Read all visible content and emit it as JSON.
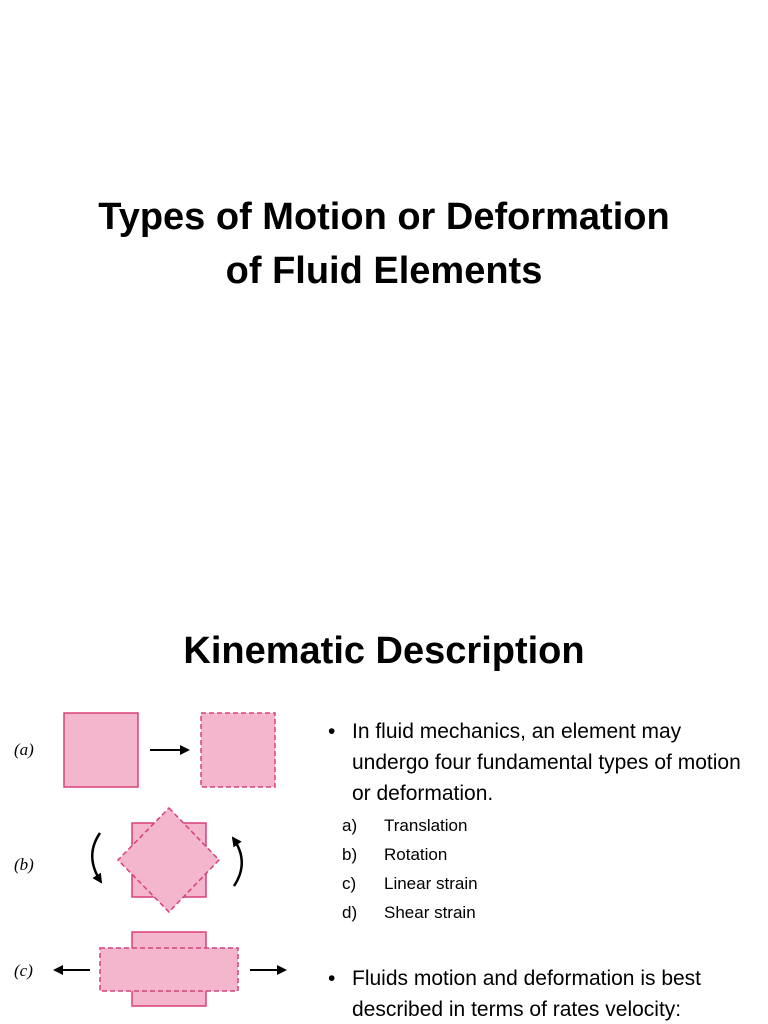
{
  "slide1": {
    "title_line1": "Types of Motion or Deformation",
    "title_line2": "of Fluid Elements"
  },
  "slide2": {
    "title": "Kinematic Description",
    "figure": {
      "labels": [
        "(a)",
        "(b)",
        "(c)"
      ],
      "fill_color": "#f3b6cc",
      "stroke_color": "#d9407a"
    },
    "bullets": [
      {
        "text": "In fluid mechanics, an element may undergo four fundamental types of motion or deformation.",
        "items": [
          {
            "label": "a)",
            "text": "Translation"
          },
          {
            "label": "b)",
            "text": "Rotation"
          },
          {
            "label": "c)",
            "text": "Linear strain"
          },
          {
            "label": "d)",
            "text": "Shear strain"
          }
        ]
      },
      {
        "text": "Fluids motion and deformation is best described in terms of rates velocity:"
      }
    ]
  }
}
